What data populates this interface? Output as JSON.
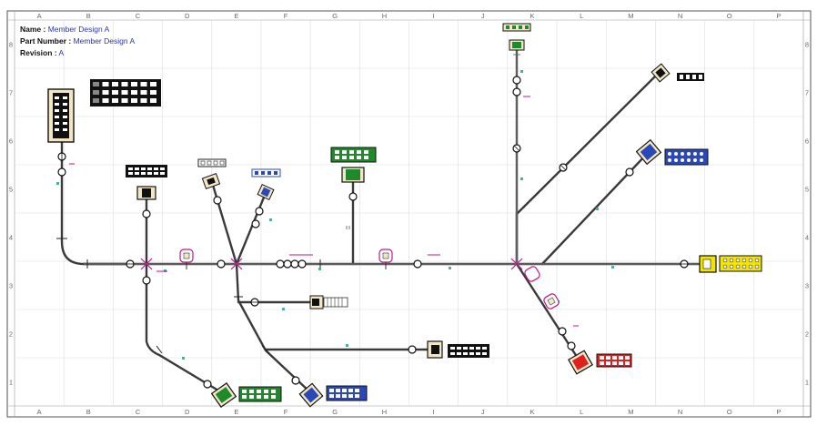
{
  "title_block": {
    "name_label": "Name :",
    "name_value": "Member Design A",
    "part_label": "Part Number :",
    "part_value": "Member Design A",
    "rev_label": "Revision :",
    "rev_value": "A"
  },
  "grid": {
    "columns": [
      "A",
      "B",
      "C",
      "D",
      "E",
      "F",
      "G",
      "H",
      "I",
      "J",
      "K",
      "L",
      "M",
      "N",
      "O",
      "P"
    ],
    "rows": [
      "8",
      "7",
      "6",
      "5",
      "4",
      "3",
      "2",
      "1"
    ]
  },
  "colors": {
    "wire": "#3a3a3a",
    "green": "#1f8a2a",
    "blue": "#2a48b8",
    "red": "#e02020",
    "yellow": "#f3e300",
    "tan": "#f2e6c4",
    "magenta": "#c0188a",
    "grid": "#dcdcdc"
  }
}
